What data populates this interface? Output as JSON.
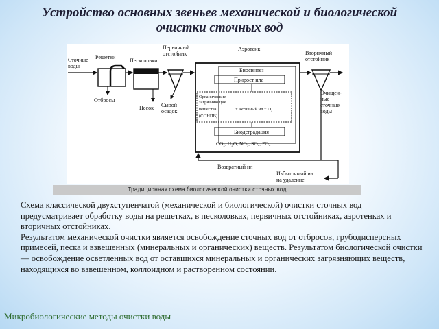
{
  "slide": {
    "title": "Устройство основных звеньев механической и биологической очистки сточных вод",
    "caption": "Традиционная схема биологической очистки сточных вод",
    "paragraphs": [
      "Схема классической двухступенчатой (механической и биологической) очистки сточных вод предусматривает обработку воды на решетках, в песколовках, первичных отстойниках, аэротенках и вторичных отстойниках.",
      " Результатом механической очистки является освобождение сточных вод от отбросов, грубодисперсных примесей, песка и взвешенных (минеральных и органических) веществ. Результатом биологической очистки — освобождение осветленных вод от оставшихся минеральных и органических загрязняющих веществ, находящихся во взвешенном, коллоидном и растворенном состоянии."
    ],
    "footer": "Микробиологические методы очистки воды"
  },
  "diagram": {
    "labels": {
      "wastewater_1": "Сточные",
      "wastewater_2": "воды",
      "screens": "Решетки",
      "debris": "Отбросы",
      "sand_traps": "Песколовки",
      "sand": "Песок",
      "primary_1": "Первичный",
      "primary_2": "отстойник",
      "raw_1": "Сырой",
      "raw_2": "осадок",
      "aerotank": "Аэротенк",
      "biosynthesis": "Биосинтез",
      "sludge_growth": "Прирост ила",
      "organic_1": "Органические",
      "organic_2": "загрязняющие",
      "organic_3": "вещества",
      "organic_4": "(СОНПВ)",
      "active_sludge": "+ активный ил + O₂",
      "biodegradation": "Биодеградация",
      "products": "CO₂, H₂O, NO₃, SO₄, PO₄",
      "return_sludge": "Возвратный ил",
      "excess_1": "Избыточный ил",
      "excess_2": "на удаление",
      "secondary_1": "Вторичный",
      "secondary_2": "отстойник",
      "treated_1": "Очищен-",
      "treated_2": "ные",
      "treated_3": "сточные",
      "treated_4": "воды"
    }
  }
}
